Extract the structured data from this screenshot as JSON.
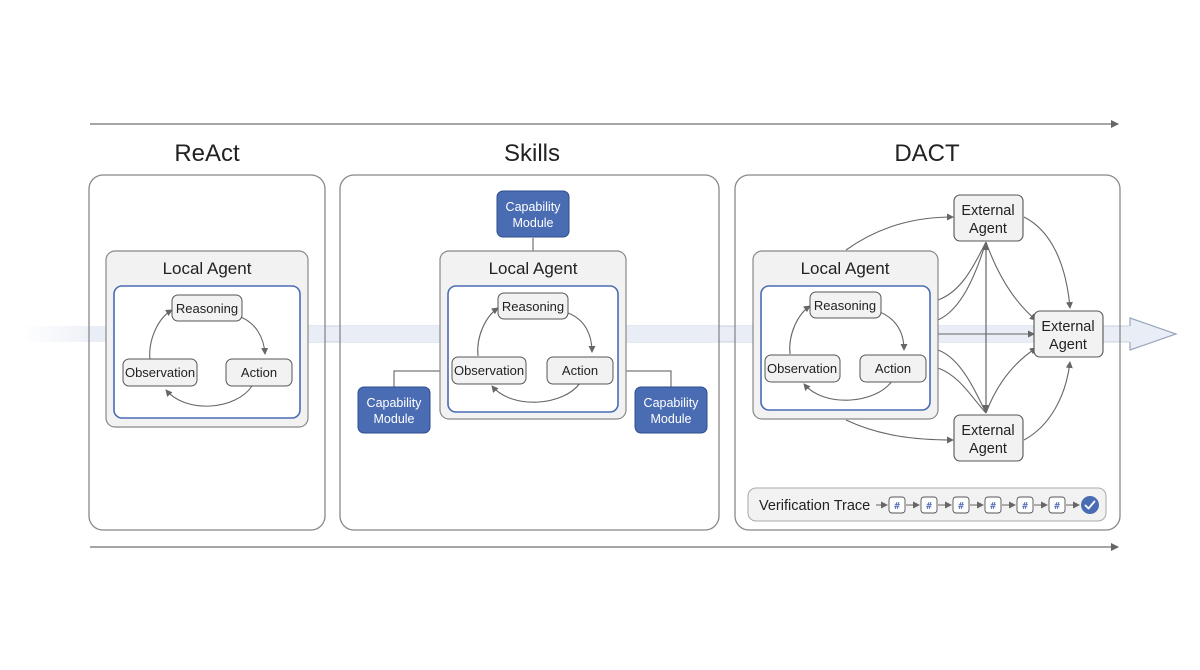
{
  "panels": {
    "react": {
      "title": "ReAct"
    },
    "skills": {
      "title": "Skills"
    },
    "dact": {
      "title": "DACT"
    }
  },
  "agent": {
    "title": "Local Agent",
    "reasoning": "Reasoning",
    "observation": "Observation",
    "action": "Action"
  },
  "capability": {
    "line1": "Capability",
    "line2": "Module"
  },
  "external": {
    "line1": "External",
    "line2": "Agent"
  },
  "trace": {
    "label": "Verification Trace",
    "hash": "#",
    "check_icon": "check-icon"
  },
  "colors": {
    "capability_fill": "#4a6cb3",
    "inner_border": "#4a6cb3",
    "panel_border": "#888888",
    "flow_band": "#e9edf5"
  }
}
